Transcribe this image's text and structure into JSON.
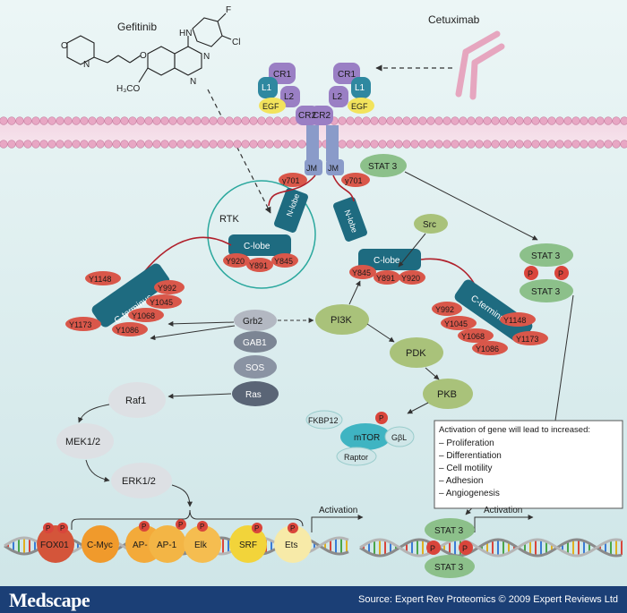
{
  "colors": {
    "background": "#d7ecec",
    "membrane_head": "#e8a7c4",
    "receptor_blue": "#2f88a0",
    "receptor_purple": "#9a7fc4",
    "phospho_red": "#d9453b",
    "tyrosine_red": "#d9574a",
    "stat_green": "#8cc08a",
    "grey_node": "#b3b8c2",
    "footer": "#1b3f76"
  },
  "drugs": {
    "gefitinib": "Gefitinib",
    "cetuximab": "Cetuximab"
  },
  "structure": {
    "amine": "HN",
    "fluoro": "F",
    "chloro": "Cl",
    "methoxy": "H₃CO",
    "nitrogen": "N",
    "oxygen": "O"
  },
  "receptor": {
    "cr1": "CR1",
    "l1": "L1",
    "l2": "L2",
    "cr2": "CR2",
    "egf": "EGF",
    "jm": "JM",
    "y701": "y701",
    "rtk": "RTK",
    "n_lobe": "N-lobe",
    "c_lobe": "C-lobe",
    "c_terminus": "C-terminus",
    "y920": "Y920",
    "y891": "Y891",
    "y845": "Y845",
    "y1148": "Y1148",
    "y992": "Y992",
    "y1045": "Y1045",
    "y1068": "Y1068",
    "y1173": "Y1173",
    "y1086": "Y1086"
  },
  "nodes": {
    "stat3": "STAT 3",
    "src": "Src",
    "grb2": "Grb2",
    "gab1": "GAB1",
    "sos": "SOS",
    "ras": "Ras",
    "raf1": "Raf1",
    "mek": "MEK1/2",
    "erk": "ERK1/2",
    "pi3k": "PI3K",
    "pdk": "PDK",
    "pkb": "PKB",
    "fkbp12": "FKBP12",
    "mtor": "mTOR",
    "gbl": "GβL",
    "raptor": "Raptor"
  },
  "phospho": "P",
  "tfs": {
    "foxo1": "FOX01",
    "cmyc": "C-Myc",
    "ap": "AP-",
    "ap1": "AP-1",
    "elk": "Elk",
    "srf": "SRF",
    "ets": "Ets"
  },
  "activation": "Activation",
  "gene_box": {
    "title": "Activation of gene will lead to increased:",
    "items": [
      "– Proliferation",
      "– Differentiation",
      "– Cell motility",
      "– Adhesion",
      "– Angiogenesis"
    ]
  },
  "footer": {
    "brand": "Medscape",
    "source": "Source: Expert Rev Proteomics © 2009 Expert Reviews Ltd"
  }
}
